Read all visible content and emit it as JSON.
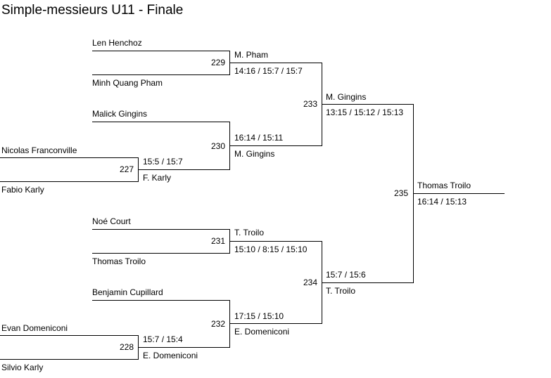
{
  "title": "Simple-messieurs U11 - Finale",
  "round1": {
    "m227": {
      "number": "227",
      "player_top": "Nicolas Franconville",
      "player_bottom": "Fabio Karly",
      "winner": "F. Karly",
      "score": "15:5 / 15:7"
    },
    "m228": {
      "number": "228",
      "player_top": "Evan Domeniconi",
      "player_bottom": "Silvio Karly",
      "winner": "E. Domeniconi",
      "score": "15:7 / 15:4"
    }
  },
  "round2": {
    "m229": {
      "number": "229",
      "player_top": "Len Henchoz",
      "player_bottom": "Minh Quang Pham",
      "winner": "M. Pham",
      "score": "14:16 / 15:7 / 15:7"
    },
    "m230": {
      "number": "230",
      "player_top": "Malick Gingins",
      "winner": "M. Gingins",
      "score": "16:14 / 15:11"
    },
    "m231": {
      "number": "231",
      "player_top": "Noé Court",
      "player_bottom": "Thomas Troilo",
      "winner": "T. Troilo",
      "score": "15:10 / 8:15 / 15:10"
    },
    "m232": {
      "number": "232",
      "player_top": "Benjamin Cupillard",
      "winner": "E. Domeniconi",
      "score": "17:15 / 15:10"
    }
  },
  "semis": {
    "m233": {
      "number": "233",
      "winner": "M. Gingins",
      "score": "13:15 / 15:12 / 15:13"
    },
    "m234": {
      "number": "234",
      "winner": "T. Troilo",
      "score": "15:7 / 15:6"
    }
  },
  "final": {
    "number": "235",
    "winner": "Thomas Troilo",
    "score": "16:14 / 15:13"
  }
}
